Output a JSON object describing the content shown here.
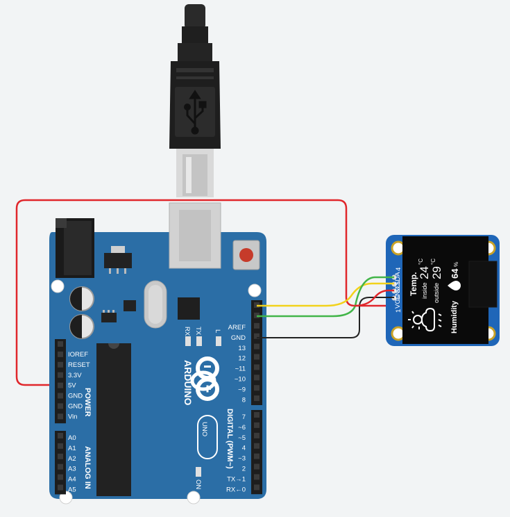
{
  "board": {
    "brand": "ARDUINO",
    "model": "UNO",
    "power_header_title": "POWER",
    "power_pins": [
      "IOREF",
      "RESET",
      "3.3V",
      "5V",
      "GND",
      "GND",
      "Vin"
    ],
    "analog_header_title": "ANALOG IN",
    "analog_pins": [
      "A0",
      "A1",
      "A2",
      "A3",
      "A4",
      "A5"
    ],
    "digital_header_title": "DIGITAL (PWM~)",
    "digital_pins_top": [
      "AREF",
      "GND",
      "13",
      "12",
      "~11",
      "~10",
      "~9",
      "8"
    ],
    "digital_pins_bottom": [
      "7",
      "~6",
      "~5",
      "4",
      "~3",
      "2",
      "TX→1",
      "RX←0"
    ],
    "rx_label": "RX",
    "tx_label": "TX",
    "l_label": "L",
    "on_label": "ON",
    "color": "#2b6ea6"
  },
  "oled": {
    "pin_labels": [
      "VCC",
      "GND",
      "SCL",
      "SDA"
    ],
    "pin_number_first": "1",
    "pin_number_last": "4",
    "screen": {
      "title": "Temp.",
      "inside_label": "inside",
      "inside_value": "24",
      "outside_label": "outside",
      "outside_value": "29",
      "unit": "°C",
      "humidity_label": "Humidity",
      "humidity_value": "64",
      "humidity_unit": "%"
    }
  },
  "wires": {
    "power": "#e0262b",
    "ground": "#222222",
    "sda": "#f2d21b",
    "scl": "#42b549"
  },
  "icons": [
    "usb-icon",
    "weather-cloud-sun-icon",
    "humidity-drop-icon",
    "infinity-logo-icon"
  ]
}
